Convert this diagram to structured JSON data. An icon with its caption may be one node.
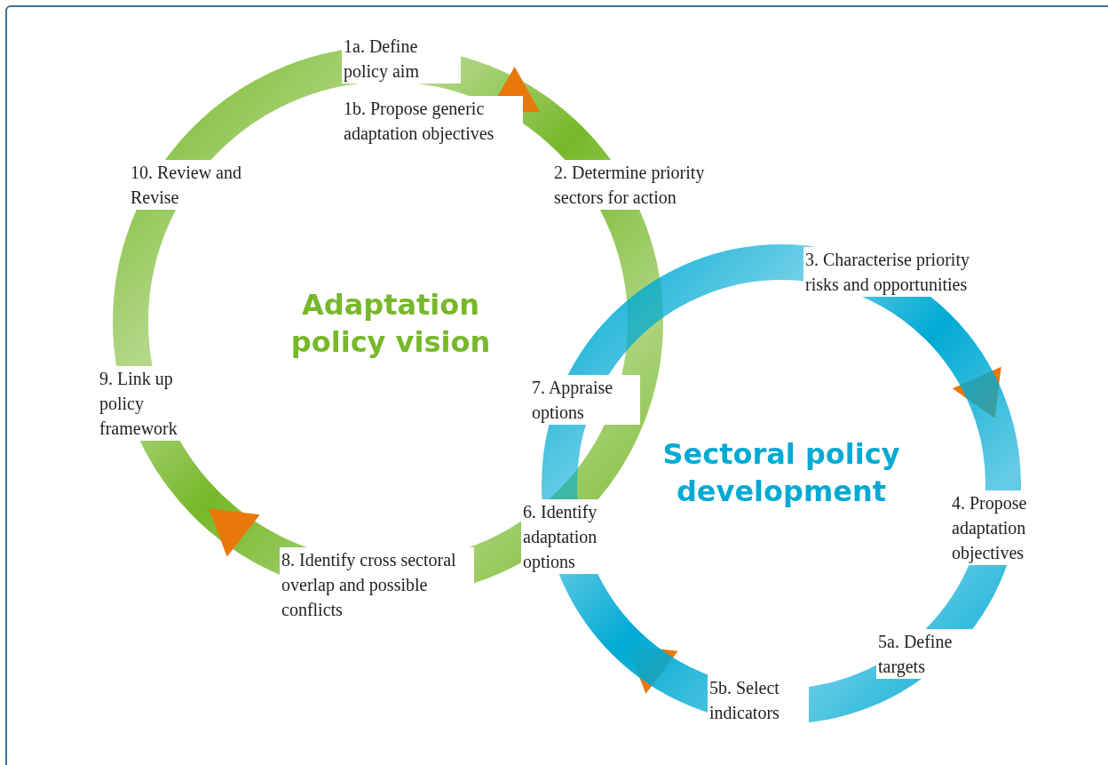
{
  "diagram": {
    "nodes": [
      {
        "text": [
          "Adaptation policy vision"
        ]
      },
      {
        "text": [
          "Sectoral policy development"
        ]
      }
    ],
    "labels": [
      "1a. Define policy aim",
      "1b. Propose generic adaptation objectives",
      "10. Review and Revise",
      "2. Determine priority sectors for action",
      "3. Characterise priority risks and opportunities",
      "7. Appraise options",
      "9. Link up policy framework",
      "4. Propose adaptation objectives",
      "6. Identify adaptation options",
      "8. Identify cross sectoral overlap and possible conflicts",
      "5a. Define targets",
      "5b. Select indicators"
    ]
  }
}
